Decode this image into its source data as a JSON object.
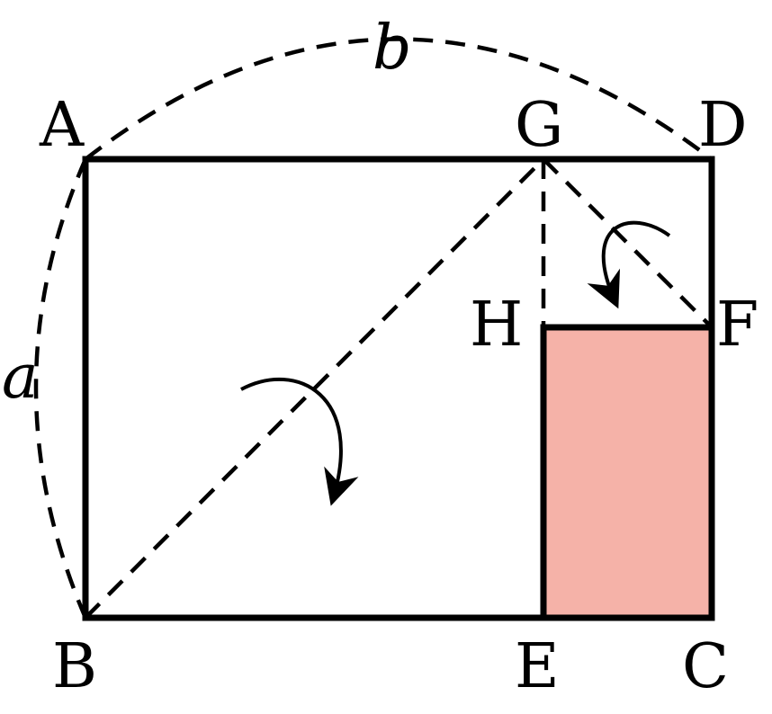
{
  "diagram": {
    "labels": {
      "A": "A",
      "B": "B",
      "C": "C",
      "D": "D",
      "E": "E",
      "F": "F",
      "G": "G",
      "H": "H",
      "a": "a",
      "b": "b"
    },
    "colors": {
      "line": "#000000",
      "shaded_fill": "#f5b2a8",
      "background": "#ffffff"
    }
  }
}
